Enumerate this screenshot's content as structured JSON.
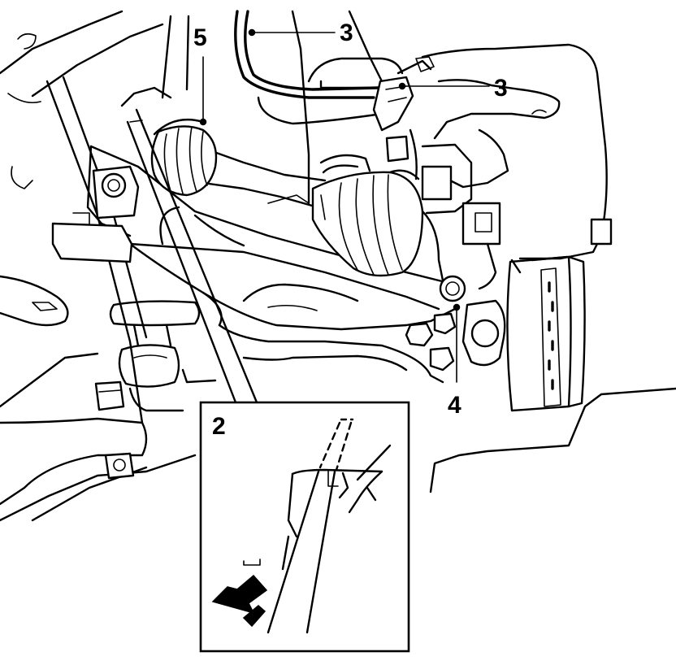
{
  "callouts": {
    "c2": "2",
    "c3a": "3",
    "c3b": "3",
    "c4": "4",
    "c5": "5"
  },
  "colors": {
    "ink": "#000000",
    "paper": "#ffffff"
  },
  "icons": {
    "arrow": "arrow-direction-icon"
  }
}
